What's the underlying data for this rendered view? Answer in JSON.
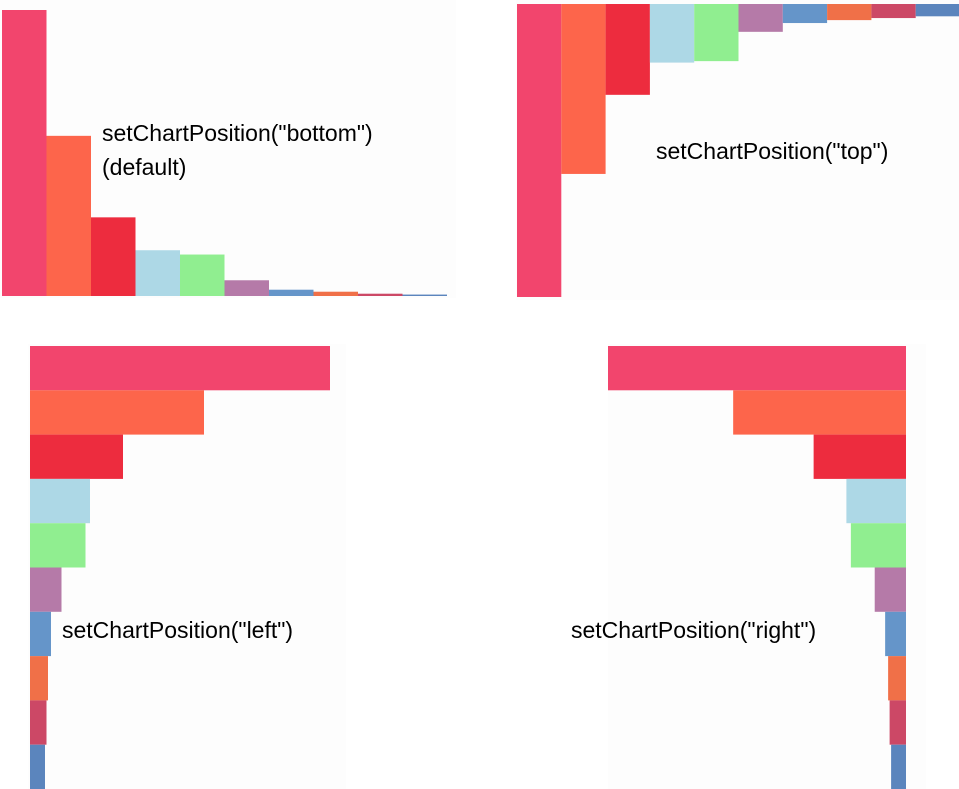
{
  "charts": [
    {
      "id": "bottom",
      "label": "setChartPosition(\"bottom\")",
      "sublabel": "(default)",
      "chart_data": {
        "type": "bar",
        "orientation": "vertical",
        "anchor": "bottom",
        "values": [
          100,
          56,
          27.5,
          16,
          14.5,
          5.5,
          2.2,
          1.5,
          0.8,
          0.5
        ],
        "colors": [
          "#f2456d",
          "#fd654b",
          "#ed2c3e",
          "#add8e6",
          "#90ee90",
          "#b57aa8",
          "#6595c9",
          "#f07048",
          "#cc4866",
          "#5b85bd"
        ]
      }
    },
    {
      "id": "top",
      "label": "setChartPosition(\"top\")",
      "chart_data": {
        "type": "bar",
        "orientation": "vertical",
        "anchor": "top",
        "values": [
          100,
          58,
          31,
          20,
          19.5,
          9.5,
          6.5,
          5.5,
          4.8,
          4.2
        ],
        "colors": [
          "#f2456d",
          "#fd654b",
          "#ed2c3e",
          "#add8e6",
          "#90ee90",
          "#b57aa8",
          "#6595c9",
          "#f07048",
          "#cc4866",
          "#5b85bd"
        ]
      }
    },
    {
      "id": "left",
      "label": "setChartPosition(\"left\")",
      "chart_data": {
        "type": "bar",
        "orientation": "horizontal",
        "anchor": "left",
        "values": [
          100,
          58,
          31,
          20,
          18.5,
          10.5,
          7,
          6,
          5.5,
          5
        ],
        "colors": [
          "#f2456d",
          "#fd654b",
          "#ed2c3e",
          "#add8e6",
          "#90ee90",
          "#b57aa8",
          "#6595c9",
          "#f07048",
          "#cc4866",
          "#5b85bd"
        ]
      }
    },
    {
      "id": "right",
      "label": "setChartPosition(\"right\")",
      "chart_data": {
        "type": "bar",
        "orientation": "horizontal",
        "anchor": "right",
        "values": [
          100,
          58,
          31,
          20,
          18.5,
          10.5,
          7,
          6,
          5.5,
          5
        ],
        "colors": [
          "#f2456d",
          "#fd654b",
          "#ed2c3e",
          "#add8e6",
          "#90ee90",
          "#b57aa8",
          "#6595c9",
          "#f07048",
          "#cc4866",
          "#5b85bd"
        ]
      }
    }
  ]
}
